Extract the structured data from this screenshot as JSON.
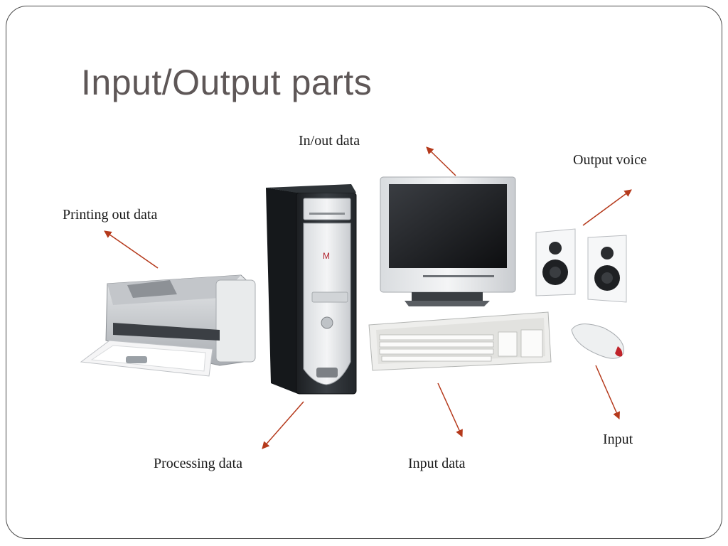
{
  "slide": {
    "title": "Input/Output parts"
  },
  "labels": {
    "in_out_data": "In/out data",
    "output_voice": "Output voice",
    "printing_out_data": "Printing out data",
    "processing_data": "Processing data",
    "input_data": "Input data",
    "input": "Input"
  },
  "colors": {
    "title": "#5e5757",
    "arrow": "#b5391b",
    "border": "#4a4a4a"
  }
}
